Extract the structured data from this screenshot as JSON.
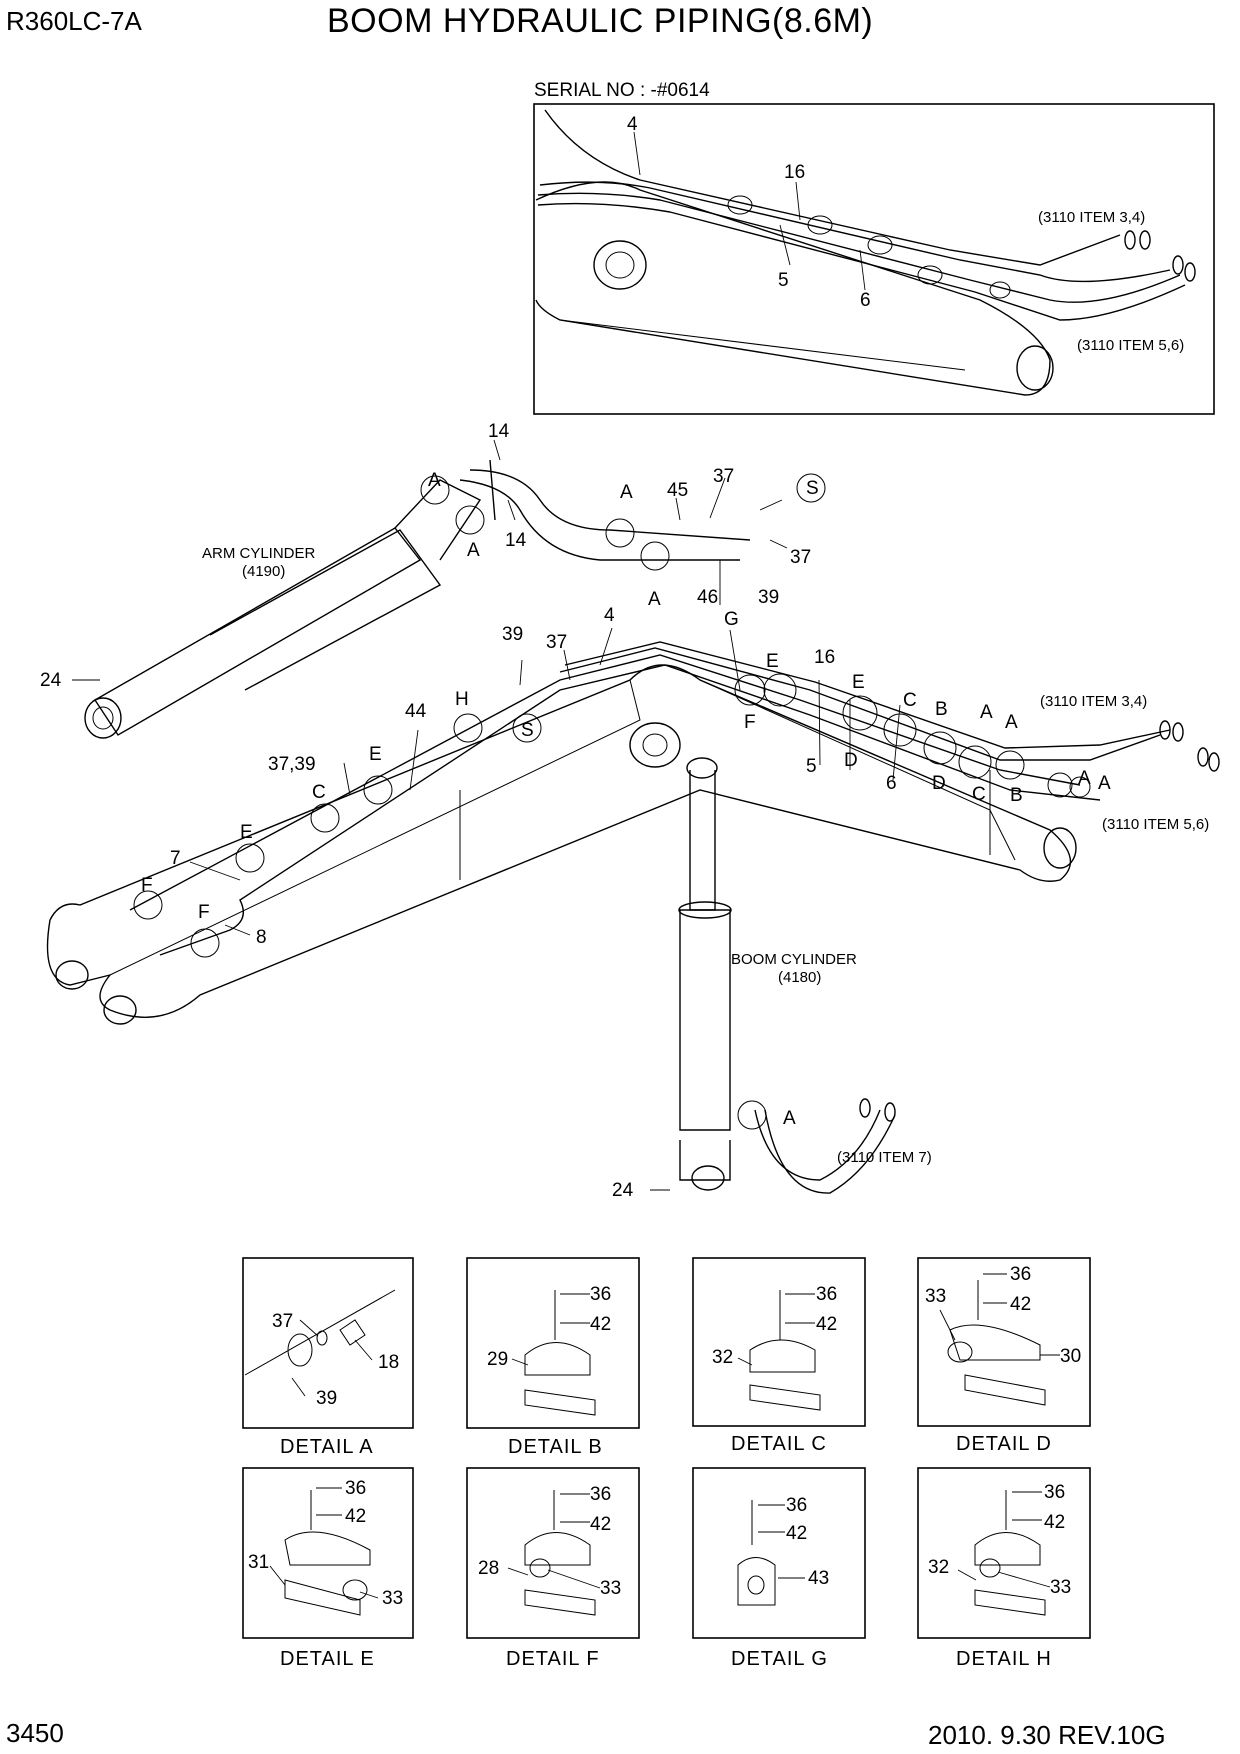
{
  "header": {
    "model": "R360LC-7A",
    "title": "BOOM HYDRAULIC PIPING(8.6M)"
  },
  "inset": {
    "serial": "SERIAL NO : -#0614",
    "callouts": {
      "c4": "4",
      "c16": "16",
      "c5": "5",
      "c6": "6",
      "ref34": "(3110 ITEM 3,4)",
      "ref56": "(3110 ITEM 5,6)"
    }
  },
  "main": {
    "arm_cylinder": "ARM CYLINDER",
    "arm_cylinder_ref": "(4190)",
    "boom_cylinder": "BOOM CYLINDER",
    "boom_cylinder_ref": "(4180)",
    "ref34": "(3110 ITEM 3,4)",
    "ref56": "(3110 ITEM 5,6)",
    "ref7": "(3110 ITEM 7)",
    "callouts": {
      "n14a": "14",
      "n14b": "14",
      "nA1": "A",
      "nA2": "A",
      "nA3": "A",
      "n45": "45",
      "n37a": "37",
      "nS1": "S",
      "n37b": "37",
      "nA4": "A",
      "n46": "46",
      "n39a": "39",
      "n24a": "24",
      "n39b": "39",
      "n37c": "37",
      "n4": "4",
      "nG": "G",
      "n16": "16",
      "nE1": "E",
      "nE2": "E",
      "nC1": "C",
      "nB1": "B",
      "nA5": "A",
      "nA6": "A",
      "nF1": "F",
      "n5": "5",
      "nD1": "D",
      "n6": "6",
      "nD2": "D",
      "nC2": "C",
      "nB2": "B",
      "nA7": "A",
      "nA8": "A",
      "n44": "44",
      "nH": "H",
      "nS2": "S",
      "n3739": "37,39",
      "nE3": "E",
      "nC3": "C",
      "nE4": "E",
      "n7": "7",
      "nF2": "F",
      "nF3": "F",
      "n8": "8",
      "nA9": "A",
      "n24b": "24"
    }
  },
  "details": [
    {
      "caption": "DETAIL  A",
      "parts": [
        "37",
        "18",
        "39"
      ]
    },
    {
      "caption": "DETAIL  B",
      "parts": [
        "36",
        "42",
        "29"
      ]
    },
    {
      "caption": "DETAIL  C",
      "parts": [
        "36",
        "42",
        "32"
      ]
    },
    {
      "caption": "DETAIL  D",
      "parts": [
        "36",
        "33",
        "42",
        "30"
      ]
    },
    {
      "caption": "DETAIL  E",
      "parts": [
        "36",
        "42",
        "31",
        "33"
      ]
    },
    {
      "caption": "DETAIL  F",
      "parts": [
        "36",
        "42",
        "28",
        "33"
      ]
    },
    {
      "caption": "DETAIL  G",
      "parts": [
        "36",
        "42",
        "43"
      ]
    },
    {
      "caption": "DETAIL  H",
      "parts": [
        "36",
        "42",
        "32",
        "33"
      ]
    }
  ],
  "footer": {
    "page": "3450",
    "revision": "2010. 9.30  REV.10G"
  }
}
